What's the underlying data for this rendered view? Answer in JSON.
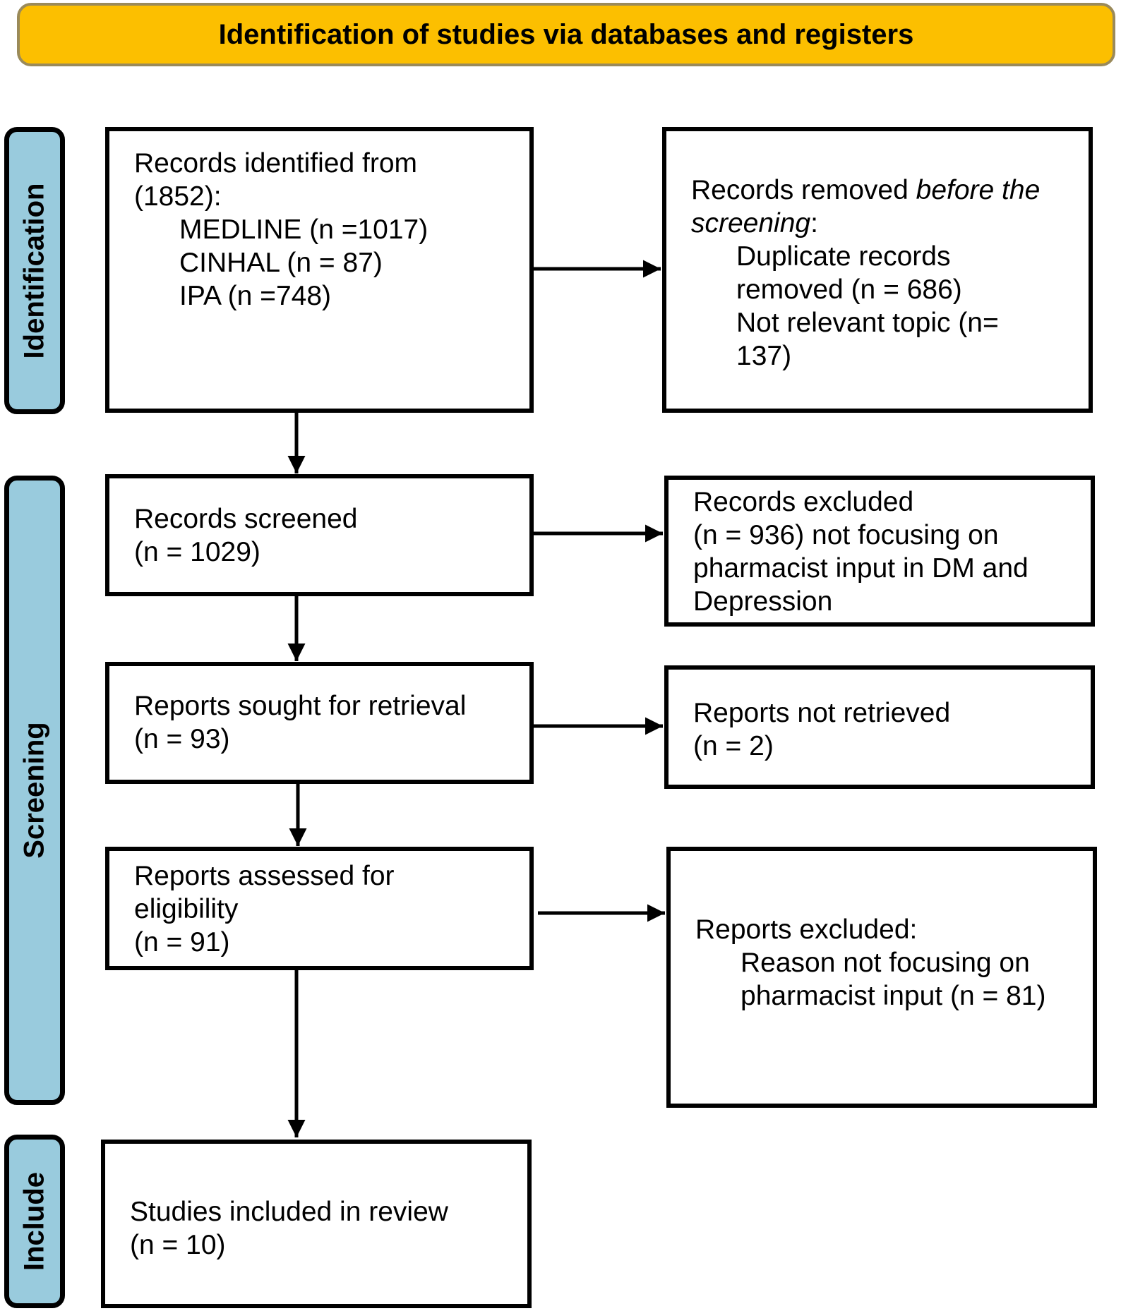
{
  "colors": {
    "header_fill": "#fcbf00",
    "phase_fill": "#99cbdd",
    "line": "#000000"
  },
  "header": {
    "title": "Identification of studies via databases and registers"
  },
  "phases": {
    "identification": "Identification",
    "screening": "Screening",
    "include": "Include"
  },
  "boxes": {
    "identified": {
      "l1": "Records identified from",
      "l2": "(1852):",
      "l3": "MEDLINE (n =1017)",
      "l4": "CINHAL (n = 87)",
      "l5": "IPA (n =748)"
    },
    "removed": {
      "l1_a": "Records removed ",
      "l1_b": "before the",
      "l2_a": "screening",
      "l2_b": ":",
      "l3": "Duplicate records",
      "l4": "removed (n = 686)",
      "l5": "Not relevant topic (n=",
      "l6": "137)"
    },
    "screened": {
      "l1": "Records screened",
      "l2": "(n = 1029)"
    },
    "excluded": {
      "l1": "Records excluded",
      "l2": "(n = 936) not focusing on",
      "l3": "pharmacist input in DM and",
      "l4": "Depression"
    },
    "sought": {
      "l1": "Reports sought for retrieval",
      "l2": "(n = 93)"
    },
    "not_retrieved": {
      "l1": "Reports not retrieved",
      "l2": "(n = 2)"
    },
    "assessed": {
      "l1": "Reports assessed for",
      "l2": "eligibility",
      "l3": "(n = 91)"
    },
    "reports_excluded": {
      "l1": "Reports excluded:",
      "l2": "Reason not focusing on",
      "l3": "pharmacist input (n = 81)"
    },
    "included": {
      "l1": "Studies included in review",
      "l2": "(n = 10)"
    }
  }
}
